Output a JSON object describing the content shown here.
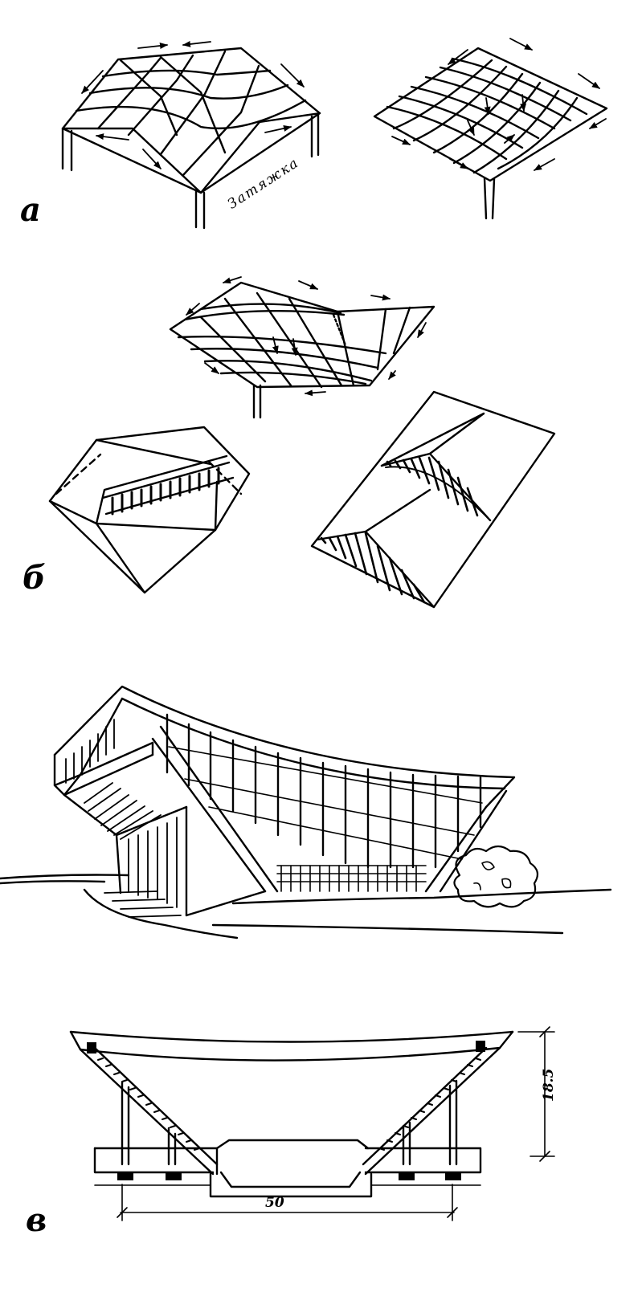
{
  "labels": {
    "fig_a": "а",
    "fig_b": "б",
    "fig_v": "в",
    "tie_rod": "Затяжка",
    "height_dim": "18.5",
    "span_dim": "50"
  },
  "icons": {
    "arrow": "force-arrow",
    "bush": "shrub-outline"
  },
  "colors": {
    "ink": "#000000",
    "paper": "#ffffff"
  }
}
